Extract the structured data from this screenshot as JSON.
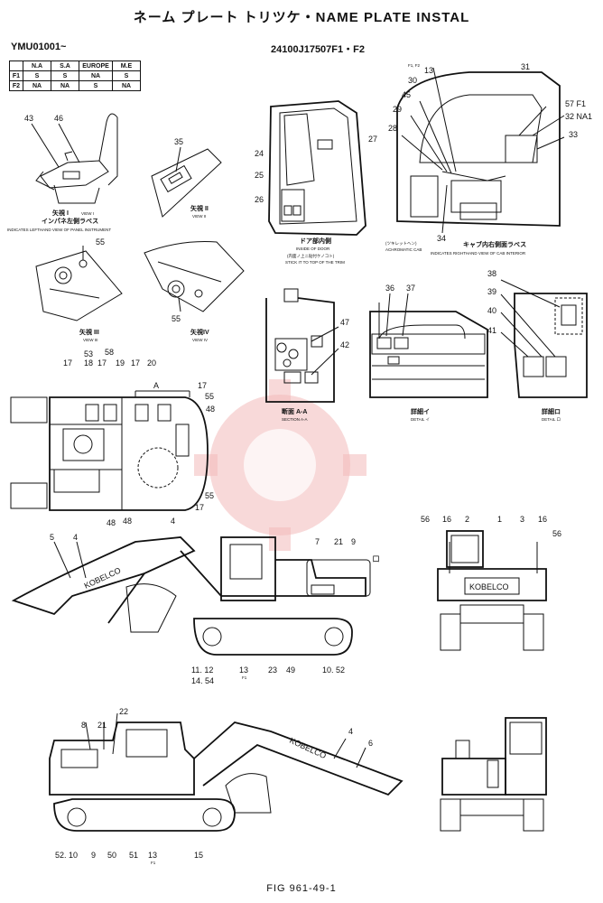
{
  "title": "ネーム プレート トリツケ・NAME PLATE INSTAL",
  "serial_range": "YMU01001~",
  "part_number": "24100J17507F1・F2",
  "figure_label": "FIG 961-49-1",
  "spec_table": {
    "headers": [
      "",
      "N.A",
      "S.A",
      "EUROPE",
      "M.E"
    ],
    "rows": [
      [
        "F1",
        "S",
        "S",
        "NA",
        "S"
      ],
      [
        "F2",
        "NA",
        "NA",
        "S",
        "NA"
      ]
    ]
  },
  "views": {
    "view1": {
      "jp": "矢視 I",
      "en": "VIEW I",
      "jp2": "インパネ左側ラベス",
      "en2": "INDICATES LEFTHAND VIEW OF PANEL INSTRUMENT"
    },
    "view2": {
      "jp": "矢視 II",
      "en": "VIEW II"
    },
    "view3": {
      "jp": "矢視 III",
      "en": "VIEW III"
    },
    "view4": {
      "jp": "矢視IV",
      "en": "VIEW IV"
    },
    "door": {
      "jp": "ドア部内側",
      "en": "INSIDE OF DOOR",
      "note": "(内面ノ上ニ貼付ケノコト)",
      "note_en": "STICK IT TO TOP OF THE TRIM"
    },
    "cab": {
      "jp": "キャブ内右側面ラベス",
      "en": "INDICATES RIGHTHAND VIEW OF CAB INTERIOR",
      "note": "(ツキレットヘン)",
      "note_en": "ACHROMATIC CAB"
    },
    "sectionA": {
      "jp": "断面 A-A",
      "en": "SECTION A-A"
    },
    "detail1": {
      "jp": "詳細イ",
      "en": "DETAIL イ"
    },
    "detail2": {
      "jp": "詳細ロ",
      "en": "DETAIL ロ"
    }
  },
  "section_marker": "A",
  "detail_marker": "ロ",
  "callouts": {
    "seat": [
      "43",
      "46"
    ],
    "view2": [
      "35"
    ],
    "view3": [
      "55"
    ],
    "view4": [
      "55"
    ],
    "door": [
      "27",
      "24",
      "25",
      "26"
    ],
    "cab": [
      "F1, F2",
      "13",
      "31",
      "30",
      "45",
      "57 F1",
      "29",
      "32 NA1",
      "28",
      "33",
      "34"
    ],
    "sectionA": [
      "47",
      "42"
    ],
    "detail1": [
      "36",
      "37"
    ],
    "detail2": [
      "38",
      "39",
      "40",
      "41"
    ],
    "top": [
      "53",
      "58",
      "17",
      "18",
      "17",
      "19",
      "17",
      "20",
      "17",
      "55",
      "48",
      "55",
      "17",
      "48",
      "48",
      "4"
    ],
    "side1": [
      "5",
      "4",
      "7",
      "21",
      "9",
      "ロ",
      "11. 12",
      "14. 54",
      "13",
      "F1",
      "23",
      "49",
      "10. 52"
    ],
    "rear": [
      "56",
      "16",
      "2",
      "1",
      "3",
      "16",
      "56"
    ],
    "side2": [
      "8",
      "21",
      "22",
      "4",
      "6",
      "52. 10",
      "9",
      "50",
      "51",
      "13",
      "F1",
      "15"
    ]
  },
  "plate_text": {
    "brand": "KOBELCO"
  }
}
